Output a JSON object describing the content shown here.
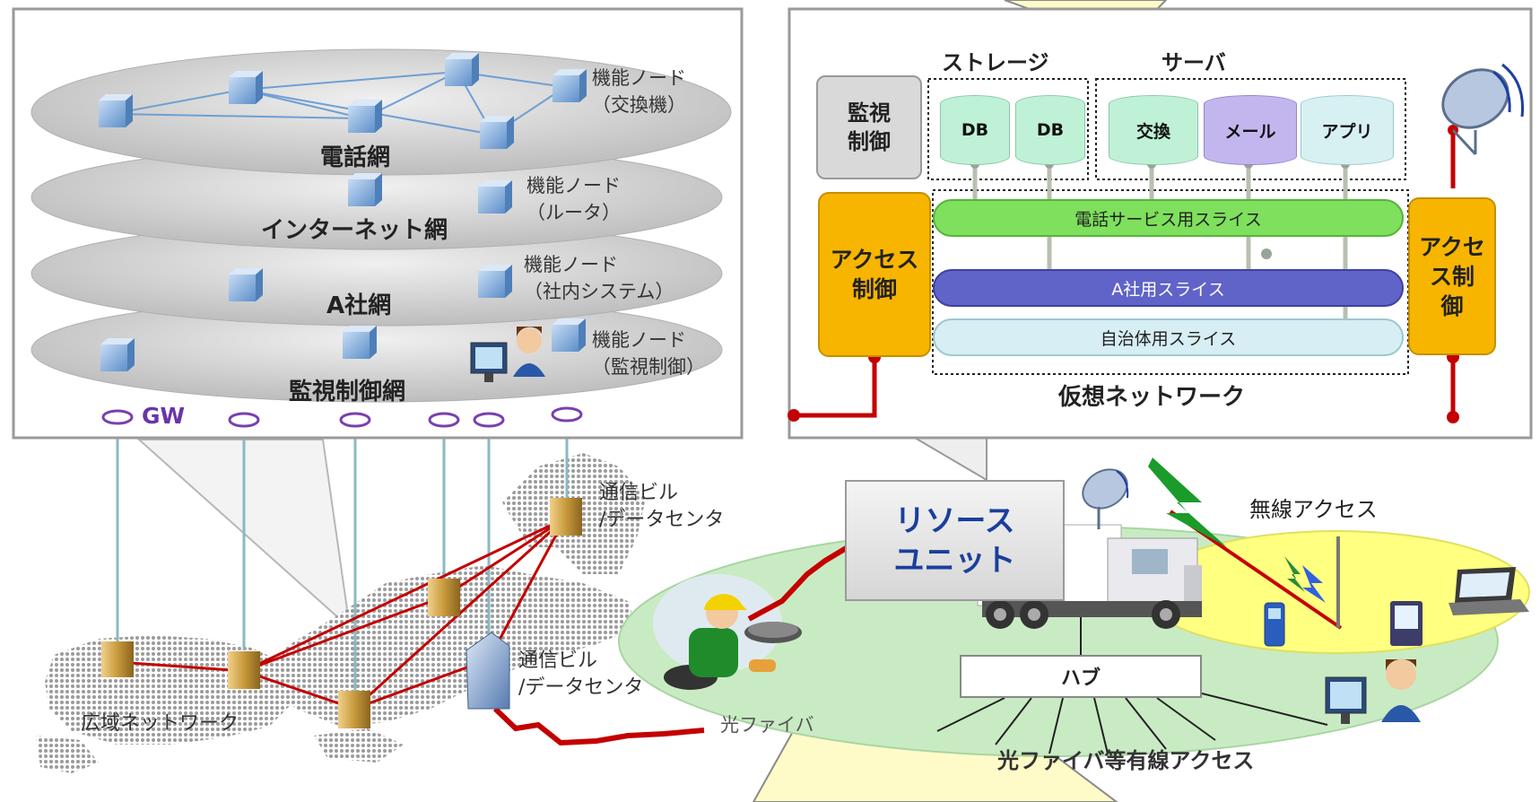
{
  "colors": {
    "layer_fill": "#cfcfcf",
    "panel_border": "#9a9a9a",
    "access_ctrl": "#f7b500",
    "slice_phone": "#7ee05c",
    "slice_company": "#6063c8",
    "slice_gov": "#d6eef4",
    "red_link": "#c40000",
    "callout_yellow": "#fffbc8",
    "wireless_area": "#ffff80",
    "wired_area": "#c9ebc3"
  },
  "layers_panel": {
    "layers": [
      {
        "label": "電話網"
      },
      {
        "label": "インターネット網"
      },
      {
        "label": "A社網"
      },
      {
        "label": "監視制御網"
      }
    ],
    "node_labels": [
      {
        "line1": "機能ノード",
        "line2": "（交換機）"
      },
      {
        "line1": "機能ノード",
        "line2": "（ルータ）"
      },
      {
        "line1": "機能ノード",
        "line2": "（社内システム）"
      },
      {
        "line1": "機能ノード",
        "line2": "（監視制御）"
      }
    ],
    "gw_label": "GW"
  },
  "virtual_panel": {
    "storage_label": "ストレージ",
    "server_label": "サーバ",
    "monitor_ctrl": "監視\n制御",
    "db1": "DB",
    "db2": "DB",
    "srv_exchange": "交換",
    "srv_mail": "メール",
    "srv_app": "アプリ",
    "access_left": "アクセス\n制御",
    "access_right": "アクセ\nス制\n御",
    "slices": [
      {
        "label": "電話サービス用スライス"
      },
      {
        "label": "A社用スライス"
      },
      {
        "label": "自治体用スライス"
      }
    ],
    "vnet_label": "仮想ネットワーク"
  },
  "map": {
    "bldg_label_1": "通信ビル\n/データセンタ",
    "bldg_label_2": "通信ビル\n/データセンタ",
    "wan_label": "広域ネットワーク"
  },
  "access_area": {
    "resource_unit": "リソース\nユニット",
    "wireless_label": "無線アクセス",
    "hub_label": "ハブ",
    "fiber_label": "光ファイバ",
    "wired_label": "光ファイバ等有線アクセス"
  },
  "icons": [
    "server-cube-icon",
    "person-at-computer-icon",
    "building-icon",
    "satellite-dish-icon",
    "truck-icon",
    "worker-icon",
    "manhole-icon",
    "antenna-icon",
    "mobile-phone-icon",
    "laptop-icon",
    "pda-icon",
    "lightning-icon",
    "gateway-ring-icon"
  ]
}
